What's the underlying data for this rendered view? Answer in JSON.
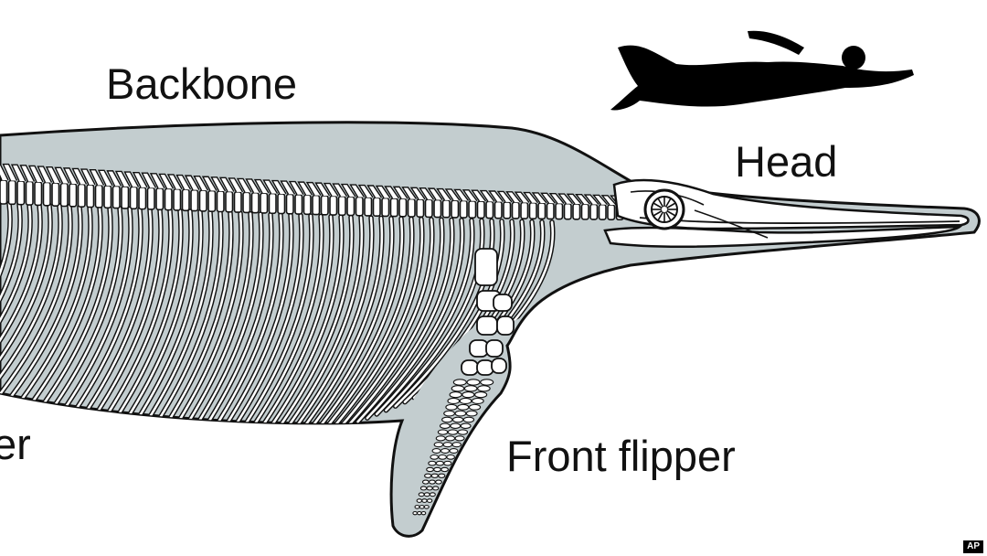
{
  "labels": {
    "backbone": "Backbone",
    "head": "Head",
    "front_flipper": "Front flipper",
    "rear_flipper_partial": "er"
  },
  "credit": "AP",
  "colors": {
    "body_fill": "#c3cdcf",
    "bone_fill": "#ffffff",
    "outline": "#111111",
    "swimmer": "#000000",
    "background": "#ffffff"
  },
  "icons": {
    "scale_reference": "swimmer-silhouette-icon"
  }
}
